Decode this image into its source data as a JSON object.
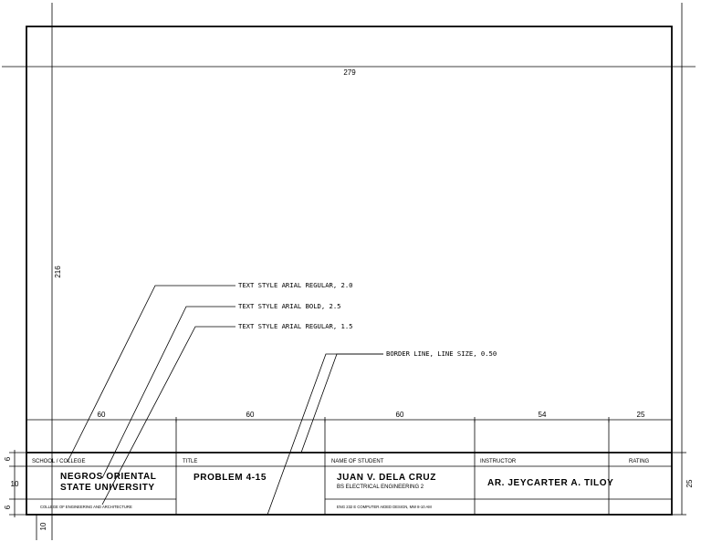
{
  "dimensions": {
    "width": "279",
    "height": "216",
    "col1": "60",
    "col2": "60",
    "col3": "60",
    "col4": "54",
    "col5": "25",
    "row_top": "6",
    "row_mid": "10",
    "row_bottom": "6",
    "block_total": "25",
    "bottom_margin": "10"
  },
  "annotations": {
    "text_regular_20": "TEXT STYLE ARIAL REGULAR, 2.0",
    "text_bold_25": "TEXT STYLE ARIAL BOLD, 2.5",
    "text_regular_15": "TEXT STYLE ARIAL REGULAR, 1.5",
    "border_line": "BORDER LINE, LINE SIZE, 0.50"
  },
  "title_block": {
    "headers": {
      "school": "SCHOOL / COLLEGE",
      "title": "TITLE",
      "student": "NAME OF STUDENT",
      "instructor": "INSTRUCTOR",
      "rating": "RATING"
    },
    "school_line1": "NEGROS ORIENTAL",
    "school_line2": "STATE UNIVERSITY",
    "college": "COLLEGE OF ENGINEERING AND ARCHITECTURE",
    "title_value": "PROBLEM 4-15",
    "student_name": "JUAN V. DELA CRUZ",
    "student_program": "BS ELECTRICAL ENGINEERING 2",
    "course": "ENG 232 E  COMPUTER AIDED DESIGN, MW 8-10 AM",
    "instructor_name": "AR. JEYCARTER A. TILOY"
  }
}
